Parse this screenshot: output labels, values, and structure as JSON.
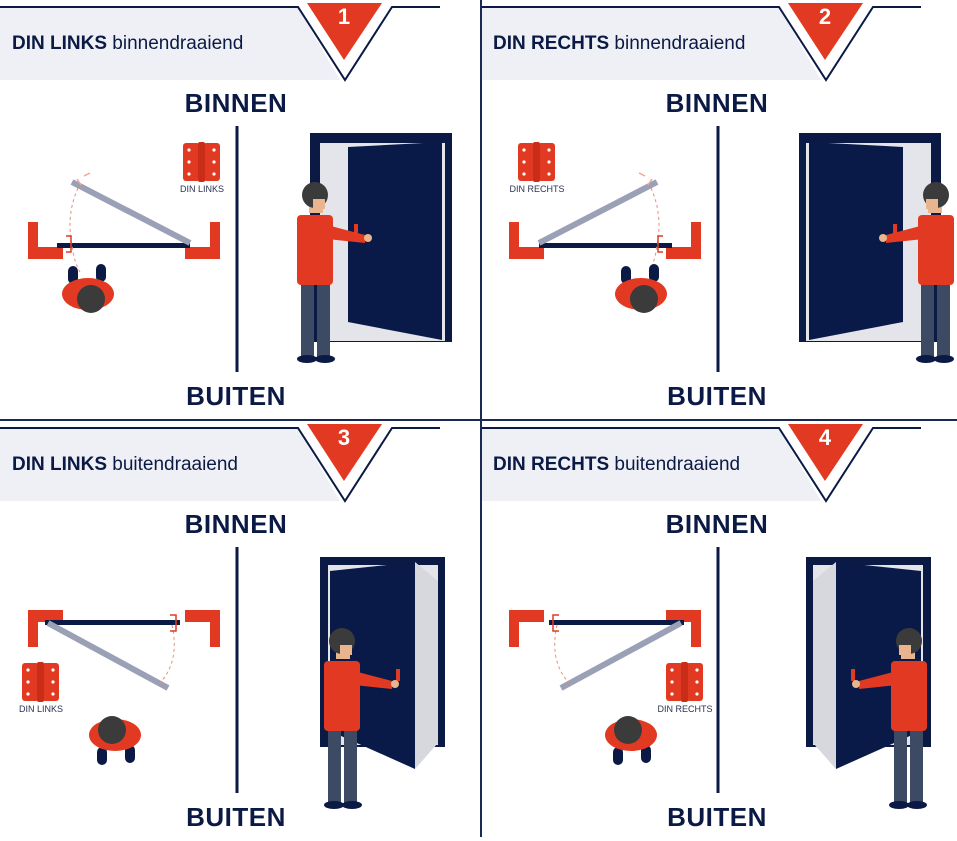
{
  "colors": {
    "navy": "#0b1a45",
    "red": "#e23a22",
    "header_bg": "#eef0f5",
    "door": "#0a1a48",
    "open_leaf": "#9aa0b5"
  },
  "panels": [
    {
      "number": "1",
      "title_bold": "DIN LINKS",
      "title_rest": "binnendraaiend",
      "top_label": "BINNEN",
      "bottom_label": "BUITEN",
      "hinge_label": "DIN LINKS",
      "hinge_side": "left",
      "opening": "inward"
    },
    {
      "number": "2",
      "title_bold": "DIN RECHTS",
      "title_rest": "binnendraaiend",
      "top_label": "BINNEN",
      "bottom_label": "BUITEN",
      "hinge_label": "DIN RECHTS",
      "hinge_side": "right",
      "opening": "inward"
    },
    {
      "number": "3",
      "title_bold": "DIN LINKS",
      "title_rest": "buitendraaiend",
      "top_label": "BINNEN",
      "bottom_label": "BUITEN",
      "hinge_label": "DIN LINKS",
      "hinge_side": "left",
      "opening": "outward"
    },
    {
      "number": "4",
      "title_bold": "DIN RECHTS",
      "title_rest": "buitendraaiend",
      "top_label": "BINNEN",
      "bottom_label": "BUITEN",
      "hinge_label": "DIN RECHTS",
      "hinge_side": "right",
      "opening": "outward"
    }
  ]
}
